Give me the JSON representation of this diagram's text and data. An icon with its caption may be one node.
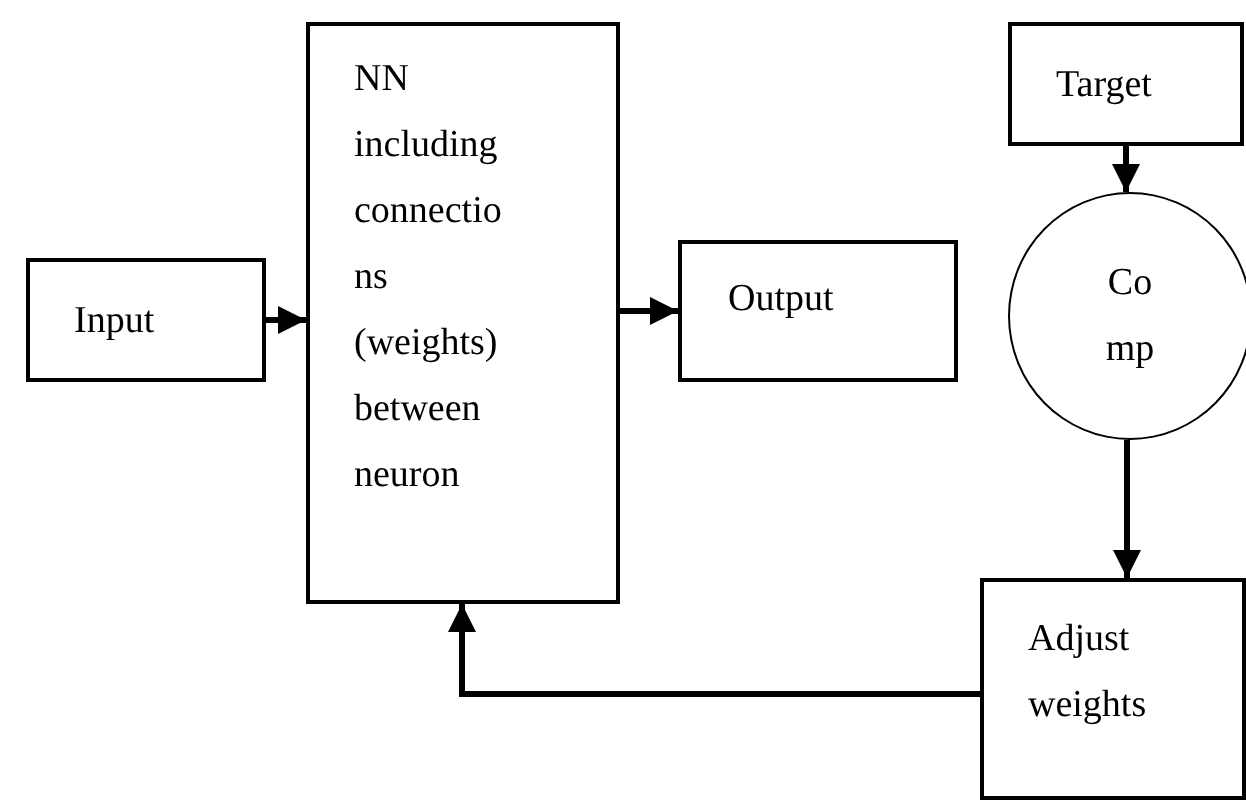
{
  "diagram": {
    "nodes": [
      {
        "text": [
          "Input"
        ]
      },
      {
        "text": [
          "NN including connectio ns (weights) between neuron"
        ]
      },
      {
        "text": [
          "Output"
        ]
      },
      {
        "text": [
          "Target"
        ]
      },
      {
        "text": [
          "Co mp"
        ]
      },
      {
        "text": [
          "Adjust weights"
        ]
      }
    ],
    "edges": [
      {
        "from": 0,
        "to": 1,
        "arrow": "to"
      },
      {
        "from": 1,
        "to": 2,
        "arrow": "to"
      },
      {
        "from": 3,
        "to": 4,
        "arrow": "to"
      },
      {
        "from": 4,
        "to": 5,
        "arrow": "to"
      },
      {
        "from": 5,
        "to": 1,
        "arrow": "to"
      }
    ]
  }
}
